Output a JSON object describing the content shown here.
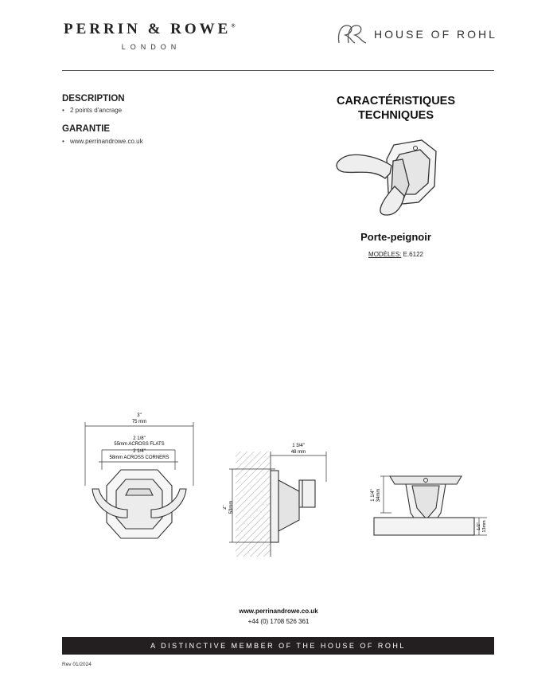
{
  "header": {
    "brand_main": "PERRIN & ROWE",
    "brand_registered": "®",
    "brand_sub": "LONDON",
    "partner": "HOUSE OF ROHL"
  },
  "description": {
    "title": "DESCRIPTION",
    "items": [
      "2 points d'ancrage"
    ]
  },
  "warranty": {
    "title": "GARANTIE",
    "items": [
      "www.perrinandrowe.co.uk"
    ]
  },
  "tech": {
    "title_line1": "CARACTÉRISTIQUES",
    "title_line2": "TECHNIQUES",
    "product_name": "Porte-peignoir",
    "models_label": "MODÈLES:",
    "models_value": "E.6122"
  },
  "drawings": {
    "front": {
      "width_in": "3\"",
      "width_mm": "75 mm",
      "flats_in": "2 1/8\"",
      "flats_mm": "55mm ACROSS FLATS",
      "corners_in": "2 1/4\"",
      "corners_mm": "58mm ACROSS CORNERS"
    },
    "side": {
      "depth_in": "1 3/4\"",
      "depth_mm": "48 mm",
      "height_in": "2\"",
      "height_mm": "53mm"
    },
    "top": {
      "height_in": "1 1/4\"",
      "height_mm": "34mm",
      "thick_in": "1/2\"",
      "thick_mm": "13mm"
    }
  },
  "footer": {
    "website": "www.perrinandrowe.co.uk",
    "phone": "+44 (0) 1708 526 361",
    "banner": "A DISTINCTIVE MEMBER OF THE HOUSE OF ROHL",
    "revision": "Rev 01/2024"
  }
}
